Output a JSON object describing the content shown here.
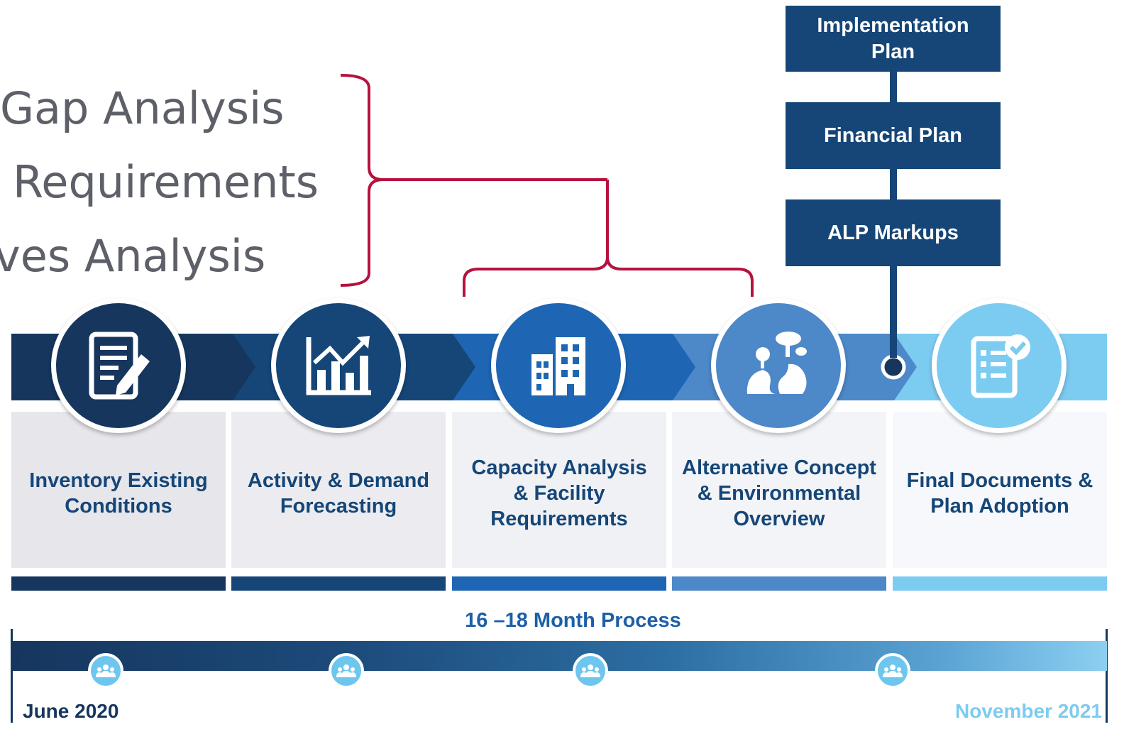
{
  "left_list": [
    "Gap Analysis",
    "Requirements",
    "ves Analysis"
  ],
  "side_boxes": [
    {
      "label": "Implementation Plan"
    },
    {
      "label": "Financial Plan"
    },
    {
      "label": "ALP Markups"
    }
  ],
  "stages": [
    {
      "label": "Inventory Existing Conditions",
      "icon": "document-edit-icon",
      "color": "#16365e"
    },
    {
      "label": "Activity & Demand Forecasting",
      "icon": "growth-chart-icon",
      "color": "#154677"
    },
    {
      "label": "Capacity Analysis & Facility Requirements",
      "icon": "building-icon",
      "color": "#1e66b3"
    },
    {
      "label": "Alternative Concept & Environmental Overview",
      "icon": "landscape-icon",
      "color": "#4d88c8"
    },
    {
      "label": "Final Documents & Plan Adoption",
      "icon": "checklist-icon",
      "color": "#7ccbf1"
    }
  ],
  "timeline": {
    "title": "16 –18 Month Process",
    "start": "June 2020",
    "end": "November 2021",
    "marker_icon": "people-group-icon"
  },
  "colors": {
    "navy": "#16365e",
    "dark_blue": "#154677",
    "blue": "#1e66b3",
    "mid_blue": "#4d88c8",
    "light_blue": "#7ccbf1",
    "bracket": "#b5123e",
    "gray_text": "#5d6068"
  }
}
